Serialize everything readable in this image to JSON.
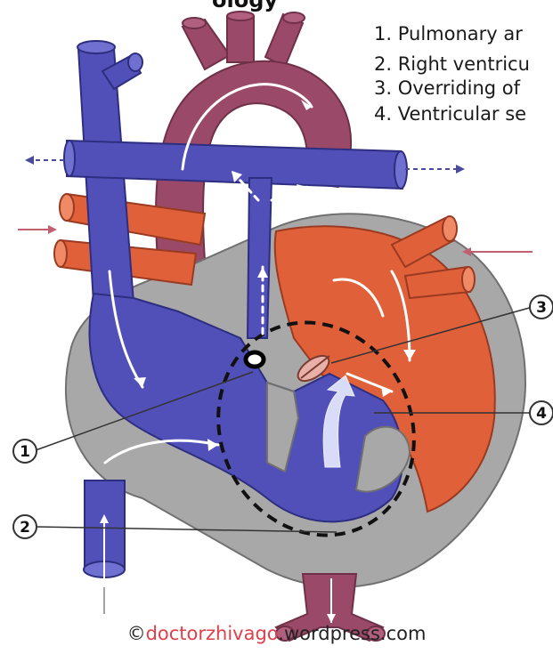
{
  "title_fragment": "ology",
  "legend": [
    "1. Pulmonary ar",
    "2. Right ventricu",
    "3. Overriding of",
    "4. Ventricular se"
  ],
  "callouts": [
    "1",
    "2",
    "3",
    "4"
  ],
  "credit": {
    "symbol": "©",
    "highlight": "doctorzhivago",
    "rest": ".wordpress.com"
  },
  "colors": {
    "deoxygenated": "#5050b8",
    "oxygenated": "#e0603a",
    "mixed_aorta": "#9a4a68",
    "myocardium": "#a6a6a6",
    "flow_arrow": "#ffffff",
    "ext_arrow_in": "#c06070",
    "ext_arrow_out": "#4a4a9a",
    "credit_highlight": "#e0404a"
  }
}
